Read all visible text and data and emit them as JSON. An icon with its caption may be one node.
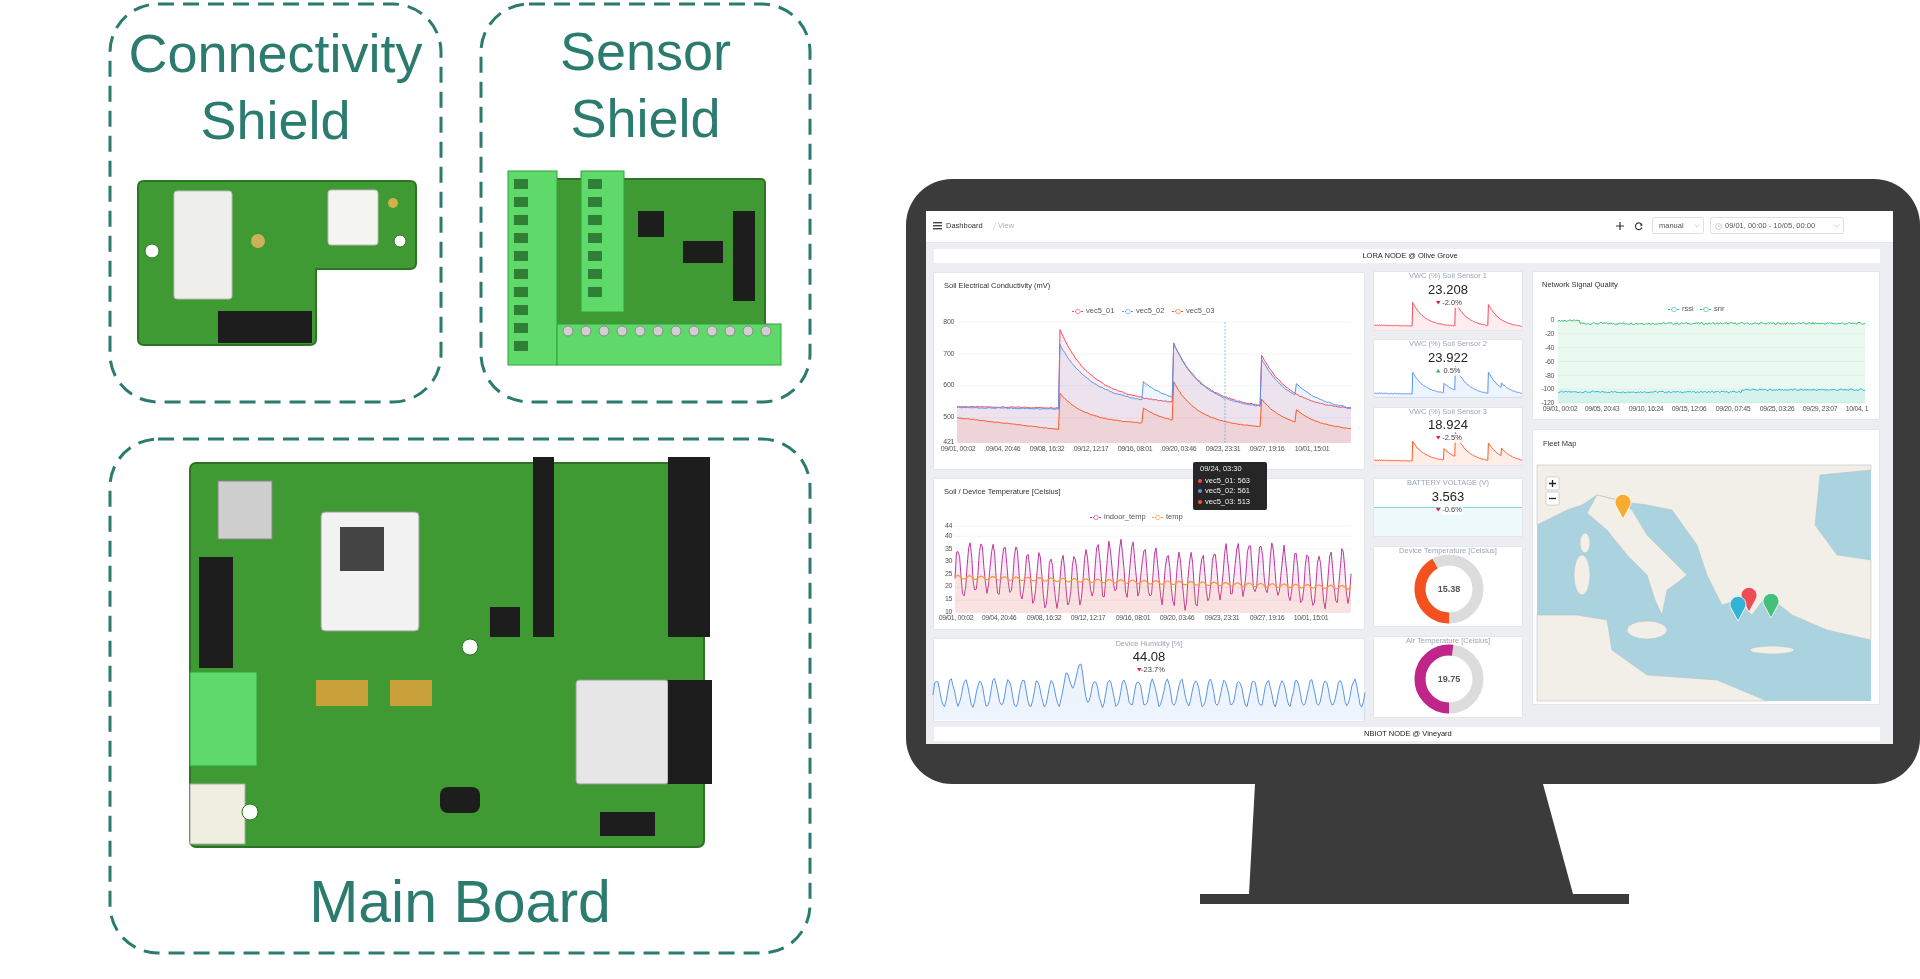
{
  "diagram": {
    "nodes": [
      {
        "text": [
          "Connectivity Shield"
        ]
      },
      {
        "text": [
          "Sensor Shield"
        ]
      },
      {
        "text": [
          "Main Board"
        ]
      }
    ],
    "labels": [
      "Dashboard",
      "View",
      "manual",
      "09/01, 00:00 - 10/05, 00:00",
      "LORA NODE @ Olive Grove",
      "Soil Electrical Conductivity (mV)",
      "800",
      "700",
      "600",
      "500",
      "421",
      "09/01, 00:02",
      "09/04, 20:46",
      "09/08, 16:32",
      "09/12, 12:17",
      "09/16, 08:01",
      "09/20, 03:46",
      "09/23, 23:31",
      "09/27, 19:16",
      "10/01, 15:01",
      "VWC (%) Soil Sensor 1",
      "23.208",
      "-2.0%",
      "VWC (%) Soil Sensor 2",
      "23.922",
      "0.5%",
      "VWC (%) Soil Sensor 3",
      "18.924",
      "-2.5%",
      "Network Signal Quality",
      "0",
      "-20",
      "-40",
      "-60",
      "-80",
      "-100",
      "-120",
      "09/01, 00:02",
      "09/05, 20:43",
      "09/10, 16:24",
      "09/15, 12:06",
      "09/20, 07:45",
      "09/25, 03:26",
      "09/29, 23:07",
      "10/04, 1",
      "Fleet Map",
      "09/24, 03:30",
      "vec5_01: 563",
      "vec5_02: 561",
      "vec5_03: 513",
      "Soil / Device Temperature [Celsius]",
      "44",
      "40",
      "35",
      "30",
      "25",
      "20",
      "15",
      "10",
      "09/01, 00:02",
      "09/04, 20:46",
      "09/08, 16:32",
      "09/12, 12:17",
      "09/16, 08:01",
      "09/20, 03:46",
      "09/23, 23:31",
      "09/27, 19:16",
      "10/01, 15:01",
      "BATTERY VOLTAGE (V)",
      "3.563",
      "-0.6%",
      "Device Temperature [Celsius]",
      "15.38",
      "Device Humidity [%]",
      "44.08",
      "-23.7%",
      "Air Temperature [Celsius]",
      "19.75",
      "NBIOT NODE @ Vineyard"
    ],
    "legend": [
      {
        "text": "vec5_01"
      },
      {
        "text": "vec5_02"
      },
      {
        "text": "vec5_03"
      },
      {
        "text": "rssi"
      },
      {
        "text": "snr"
      },
      {
        "text": "indoor_temp"
      },
      {
        "text": "temp"
      }
    ]
  }
}
